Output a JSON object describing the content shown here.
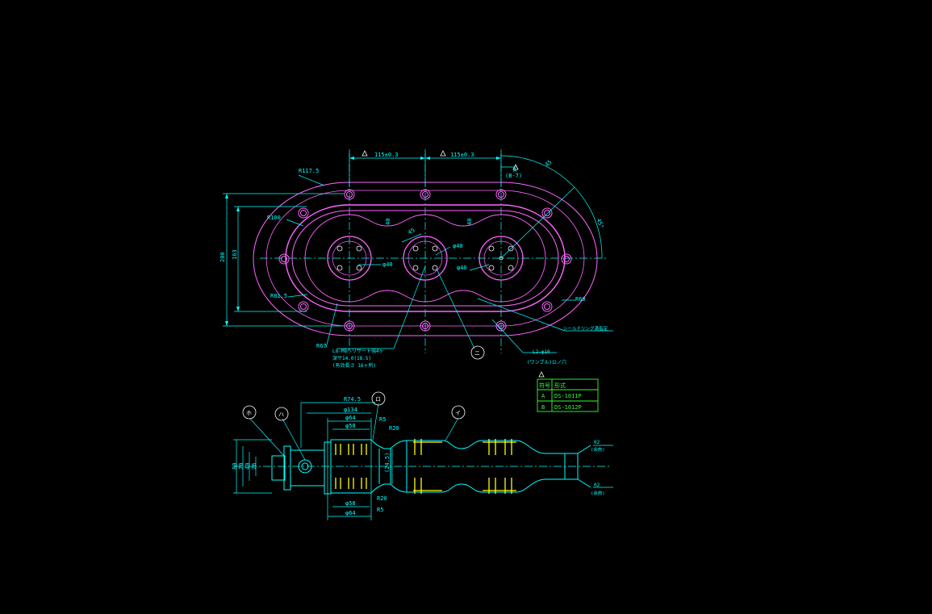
{
  "colors": {
    "background": "#000000",
    "dimension": "#00ffff",
    "outline": "#ff66ff",
    "yellow": "#ffff00",
    "green": "#33ff33",
    "white": "#ffffff"
  },
  "plan_view": {
    "pitch_left": "115±0.3",
    "pitch_right": "115±0.3",
    "datum_label": "A",
    "datum_sub": "(B-7)",
    "angle_45": "45",
    "angle_45_deg": "45°",
    "radius_outer": "R117.5",
    "radius_100": "R100",
    "radius_81_5": "R81.5",
    "radius_67": "R67",
    "radius_60": "R60",
    "height_200": "200",
    "height_163": "163",
    "dia_40_left": "φ40",
    "dia_40_mid": "φ40",
    "dia_40_right": "φ40",
    "small_dim_a": "40",
    "small_dim_b": "40",
    "small_dim_c": "45",
    "note_bolt_1": "L8-M8ヘリサート強4ヶ",
    "note_bolt_2": "深サ14.0(18.5)",
    "note_bolt_3": "(有効長さ 16ヶ所)",
    "note_seal": "シールドリング溝指定",
    "note_hole_1": "L2-φ10",
    "note_hole_2": "(ワンブル)公ノ穴",
    "balloon_ni": "ニ"
  },
  "side_view": {
    "r74_5": "R74.5",
    "dia_134": "φ134",
    "dia_64_top": "φ64",
    "dia_58_top": "φ58",
    "dia_58_bottom": "φ58",
    "dia_64_bottom": "φ64",
    "r5_top": "R5",
    "r20_top": "R20",
    "r20_bottom": "R20",
    "r5_bottom": "R5",
    "v_80": "80",
    "v_70": "70",
    "v_40": "40",
    "v_26": "26",
    "dim_mid": "(24.5)",
    "tail_top": "02",
    "tail_top_sub": "(余肉)",
    "tail_bottom": "02",
    "tail_bottom_sub": "(余肉)",
    "balloon_ho": "ホ",
    "balloon_ha": "ハ",
    "balloon_ro": "ロ",
    "balloon_i": "イ"
  },
  "revision_table": {
    "headers": [
      "符号",
      "形式"
    ],
    "rows": [
      [
        "A",
        "DS-1011P"
      ],
      [
        "B",
        "DS-1012P"
      ]
    ]
  }
}
